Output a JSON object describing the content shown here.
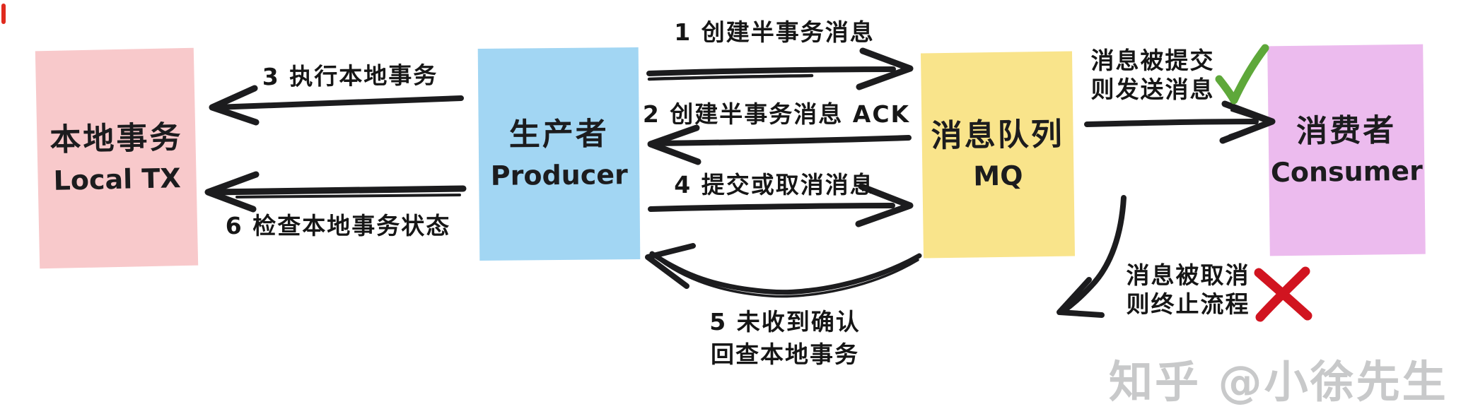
{
  "nodes": [
    {
      "id": "local-tx",
      "zh": "本地事务",
      "en": "Local TX"
    },
    {
      "id": "producer",
      "zh": "生产者",
      "en": "Producer"
    },
    {
      "id": "mq",
      "zh": "消息队列",
      "en": "MQ"
    },
    {
      "id": "consumer",
      "zh": "消费者",
      "en": "Consumer"
    }
  ],
  "edges": [
    {
      "id": "e1",
      "label": "1 创建半事务消息",
      "from": "producer",
      "to": "mq"
    },
    {
      "id": "e2",
      "label": "2 创建半事务消息 ACK",
      "from": "mq",
      "to": "producer"
    },
    {
      "id": "e3",
      "label": "3 执行本地事务",
      "from": "producer",
      "to": "local-tx"
    },
    {
      "id": "e4",
      "label": "4 提交或取消消息",
      "from": "producer",
      "to": "mq"
    },
    {
      "id": "e5",
      "lines": [
        "5 未收到确认",
        "回查本地事务"
      ],
      "from": "mq",
      "to": "producer"
    },
    {
      "id": "e6",
      "label": "6 检查本地事务状态",
      "from": "producer",
      "to": "local-tx"
    },
    {
      "id": "commit",
      "lines": [
        "消息被提交",
        "则发送消息"
      ],
      "from": "mq",
      "to": "consumer",
      "status_icon": "check-icon"
    },
    {
      "id": "cancel",
      "lines": [
        "消息被取消",
        "则终止流程"
      ],
      "from": "mq",
      "to": "terminate",
      "status_icon": "cross-icon"
    }
  ],
  "watermark": "知乎 @小徐先生",
  "colors": {
    "node_local_tx": "#F8C9CB",
    "node_producer": "#A2D6F3",
    "node_mq": "#F9E48B",
    "node_consumer": "#ECBBEE",
    "ink": "#1c1c1e",
    "check_green": "#5EA83A",
    "cross_red": "#D11420",
    "watermark_gray": "#C8C9CA",
    "corner_red": "#E02A1E"
  }
}
